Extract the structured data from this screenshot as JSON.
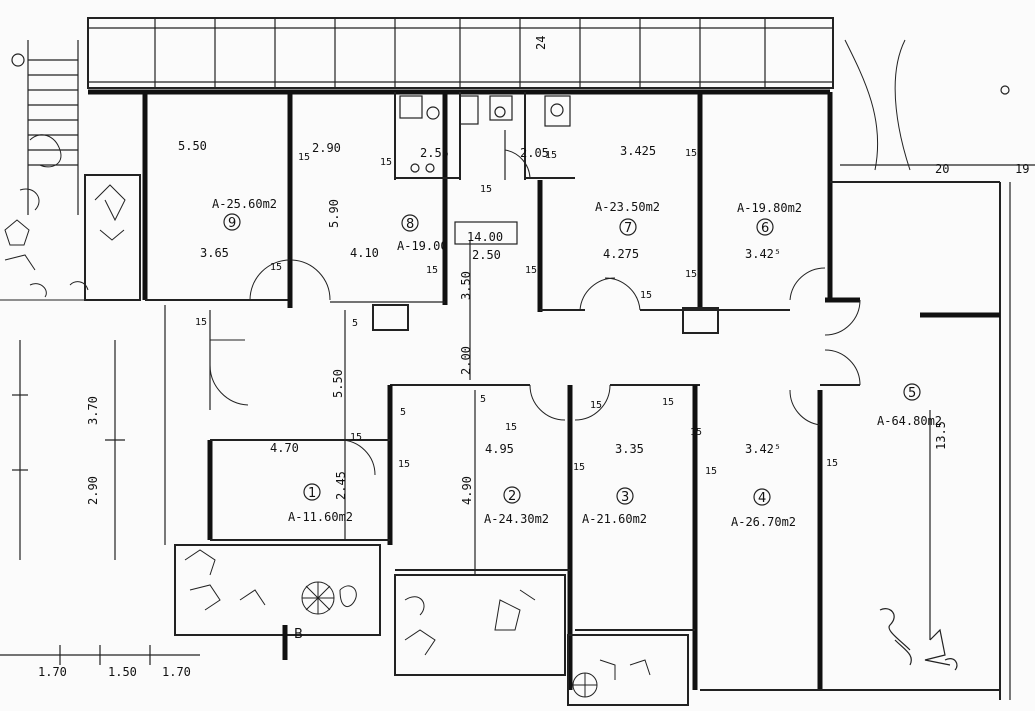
{
  "rooms": [
    {
      "id": "1",
      "num": "1",
      "area": "A-11.60m2",
      "dims": [
        "4.70",
        "2.45"
      ]
    },
    {
      "id": "2",
      "num": "2",
      "area": "A-24.30m2",
      "dims": [
        "4.95",
        "4.90"
      ]
    },
    {
      "id": "3",
      "num": "3",
      "area": "A-21.60m2",
      "dims": [
        "3.35"
      ]
    },
    {
      "id": "4",
      "num": "4",
      "area": "A-26.70m2",
      "dims": [
        "3.42⁵"
      ]
    },
    {
      "id": "5",
      "num": "5",
      "area": "A-64.80m2",
      "dims": [
        "13.5"
      ]
    },
    {
      "id": "6",
      "num": "6",
      "area": "A-19.80m2",
      "dims": [
        "3.42⁵"
      ]
    },
    {
      "id": "7",
      "num": "7",
      "area": "A-23.50m2",
      "dims": [
        "3.425",
        "4.275"
      ]
    },
    {
      "id": "8",
      "num": "8",
      "area": "A-19.00",
      "dims": [
        "4.10",
        "5.90"
      ]
    },
    {
      "id": "9",
      "num": "9",
      "area": "A-25.60m2",
      "dims": [
        "5.50",
        "3.65"
      ]
    }
  ],
  "dimensions": {
    "d_290": "2.90",
    "d_255": "2.55",
    "d_205": "2.05",
    "d_1400": "14.00",
    "d_250": "2.50",
    "d_350": "3.50",
    "d_200": "2.00",
    "d_550b": "5.50",
    "d_370": "3.70",
    "d_290b": "2.90",
    "d_20": "20",
    "d_19": "19",
    "d_24": "24",
    "b_170a": "1.70",
    "b_150": "1.50",
    "b_170b": "1.70"
  },
  "wall_marks": [
    "15",
    "15",
    "15",
    "15",
    "15",
    "15",
    "15",
    "15",
    "15",
    "15",
    "15",
    "15",
    "15",
    "15",
    "15",
    "15",
    "15",
    "15",
    "5",
    "5",
    "5",
    "15",
    "15"
  ],
  "letter_b": "B"
}
